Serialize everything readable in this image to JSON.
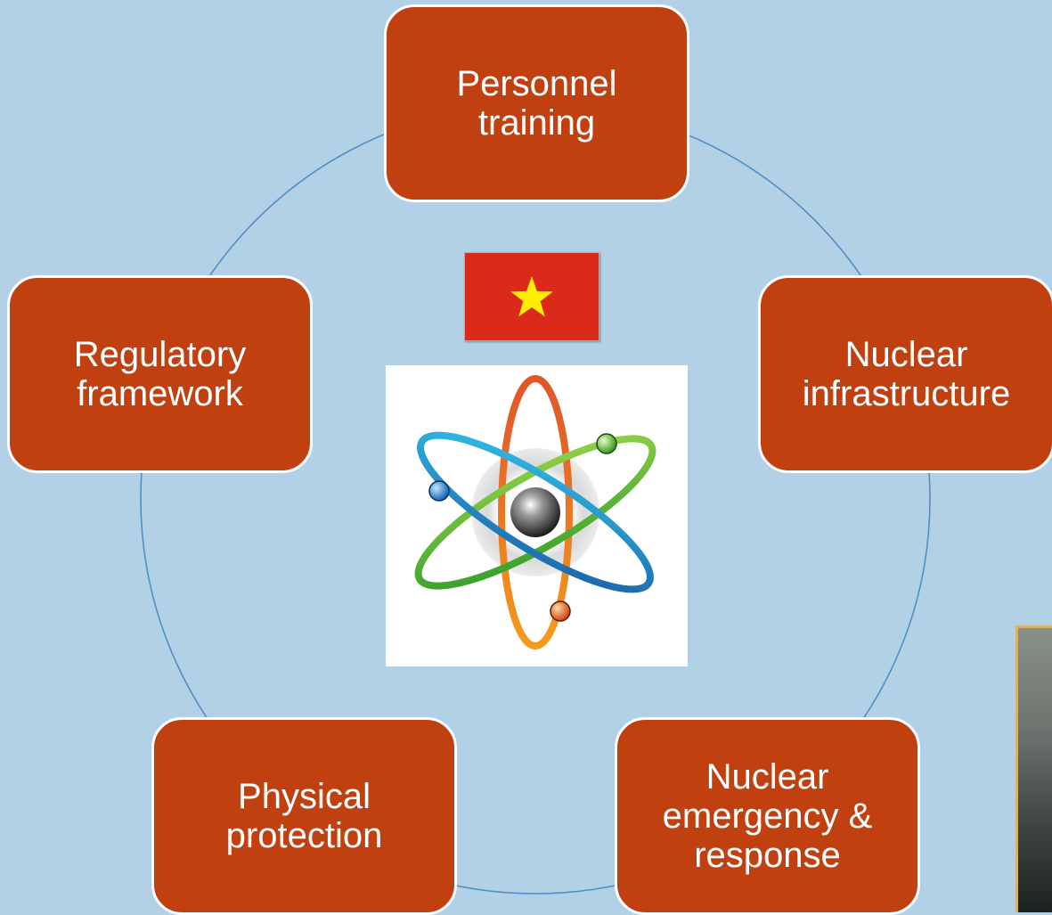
{
  "diagram": {
    "nodes": {
      "top": [
        "Personnel",
        "training"
      ],
      "right": [
        "Nuclear",
        "infrastructure"
      ],
      "bottom_right": [
        "Nuclear",
        "emergency &",
        "response"
      ],
      "bottom_left": [
        "Physical",
        "protection"
      ],
      "left": [
        "Regulatory",
        "framework"
      ]
    },
    "center": {
      "flag": "Vietnam flag (red field, yellow star)",
      "emblem": "atom-icon"
    }
  },
  "colors": {
    "background": "#b3d1e6",
    "node_fill": "#c14010",
    "node_border": "#ffffff",
    "ring": "#4f8fc6",
    "flag_red": "#dc2a1a",
    "flag_star": "#ffee00"
  }
}
